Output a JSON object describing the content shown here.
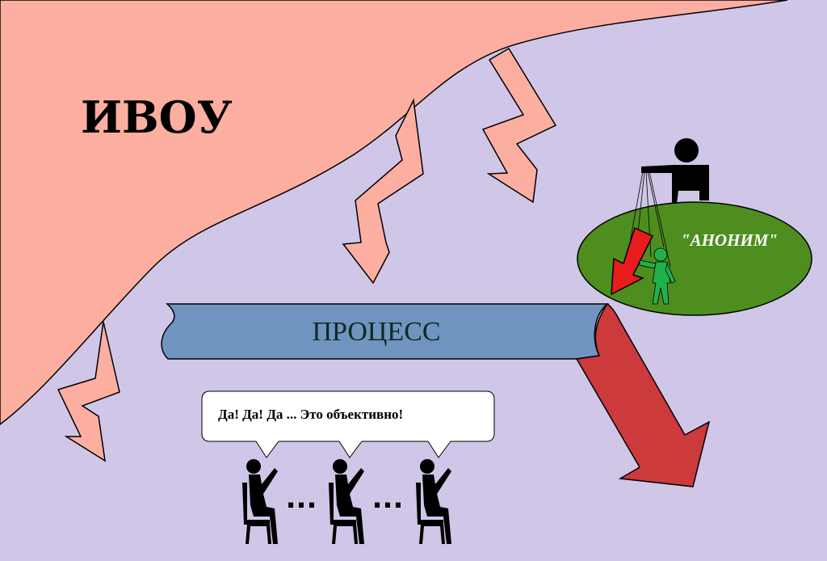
{
  "diagram": {
    "title": "ИВОУ",
    "process_label": "ПРОЦЕСС",
    "anonymous_label": "\"АНОНИМ\"",
    "speech_text": "Да! Да! Да ...  Это объективно!",
    "ellipsis_text": "...",
    "colors": {
      "background": "#d0c6e8",
      "ivou_region": "#fcaea0",
      "process_band": "#7094c0",
      "outcome_arrow": "#cc3a3c",
      "anonymous_field": "#4e8e1e",
      "puppet": "#22b04c",
      "pointer_arrow": "#e81c1c",
      "figure": "#000000"
    },
    "icons": [
      "lightning-arrow-icon",
      "puppeteer-icon",
      "puppet-icon",
      "seated-person-icon",
      "speech-bubble"
    ]
  }
}
